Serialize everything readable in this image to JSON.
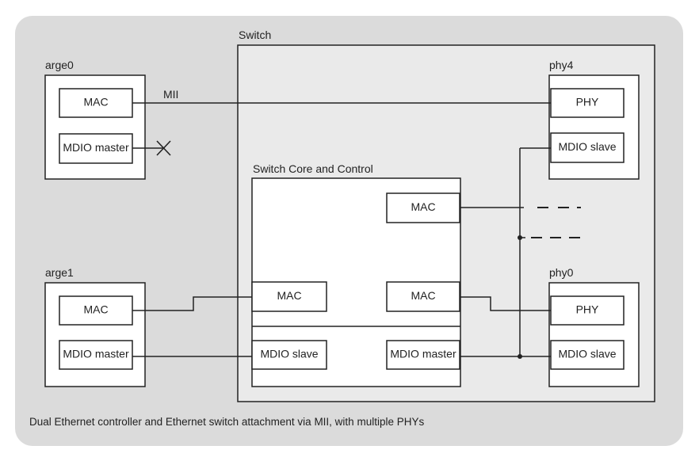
{
  "colors": {
    "panel": "#dbdbdb",
    "switch_fill": "#eaeaea",
    "box_fill": "#ffffff",
    "stroke": "#222222"
  },
  "labels": {
    "switch": "Switch",
    "switch_core": "Switch Core and Control",
    "arge0": "arge0",
    "arge1": "arge1",
    "phy4": "phy4",
    "phy0": "phy0",
    "mii": "MII"
  },
  "boxes": {
    "mac": "MAC",
    "phy": "PHY",
    "mdio_master": "MDIO master",
    "mdio_slave": "MDIO slave"
  },
  "caption": "Dual Ethernet controller and Ethernet switch attachment via MII, with multiple PHYs"
}
